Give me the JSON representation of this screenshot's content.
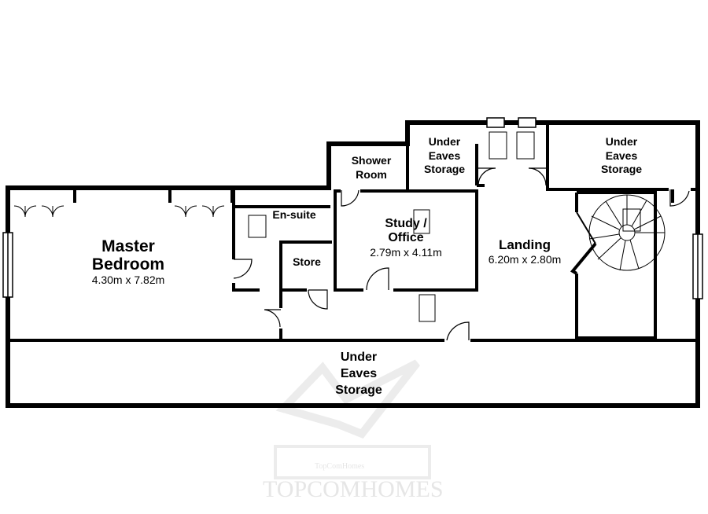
{
  "rooms": {
    "master_bedroom": {
      "name_line1": "Master",
      "name_line2": "Bedroom",
      "dimensions": "4.30m x 7.82m"
    },
    "en_suite": {
      "name": "En-suite"
    },
    "store": {
      "name": "Store"
    },
    "shower_room": {
      "name_line1": "Shower",
      "name_line2": "Room"
    },
    "eaves_top_middle": {
      "line1": "Under",
      "line2": "Eaves",
      "line3": "Storage"
    },
    "eaves_top_right": {
      "line1": "Under",
      "line2": "Eaves",
      "line3": "Storage"
    },
    "study": {
      "name_line1": "Study /",
      "name_line2": "Office",
      "dimensions": "2.79m x 4.11m"
    },
    "landing": {
      "name": "Landing",
      "dimensions": "6.20m x 2.80m"
    },
    "eaves_bottom": {
      "line1": "Under",
      "line2": "Eaves",
      "line3": "Storage"
    }
  },
  "watermark": {
    "brand": "TOPCOMHOMES",
    "tagline": "TopComHomes"
  },
  "colors": {
    "wall": "#000000",
    "background": "#ffffff",
    "watermark": "#e6e6e6"
  }
}
